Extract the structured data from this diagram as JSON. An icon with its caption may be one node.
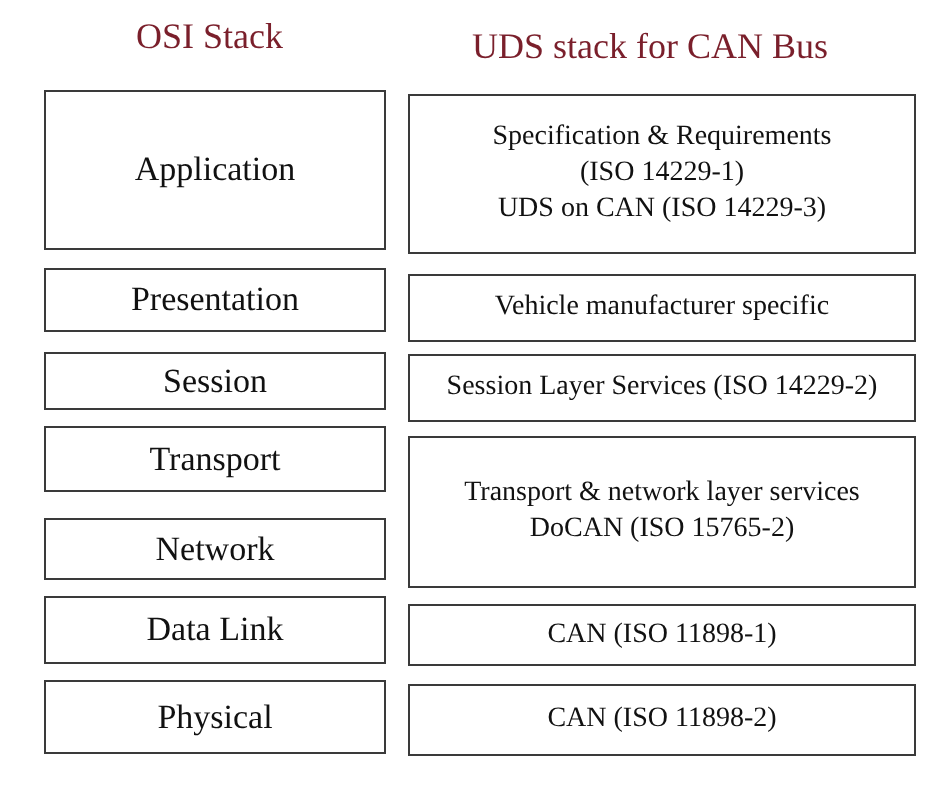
{
  "diagram": {
    "nodes": [
      {
        "text": [
          "Application"
        ]
      },
      {
        "text": [
          "Presentation"
        ]
      },
      {
        "text": [
          "Session"
        ]
      },
      {
        "text": [
          "Transport"
        ]
      },
      {
        "text": [
          "Network"
        ]
      },
      {
        "text": [
          "Data Link"
        ]
      },
      {
        "text": [
          "Physical"
        ]
      },
      {
        "text": [
          "Specification & Requirements (ISO 14229-1)",
          "UDS on CAN (ISO 14229-3)"
        ]
      },
      {
        "text": [
          "Vehicle manufacturer specific"
        ]
      },
      {
        "text": [
          "Session Layer Services (ISO 14229-2)"
        ]
      },
      {
        "text": [
          "Transport & network layer services",
          "DoCAN (ISO 15765-2)"
        ]
      },
      {
        "text": [
          "CAN (ISO 11898-1)"
        ]
      },
      {
        "text": [
          "CAN (ISO 11898-2)"
        ]
      }
    ],
    "labels": [
      "OSI Stack",
      "UDS stack for CAN Bus"
    ]
  }
}
